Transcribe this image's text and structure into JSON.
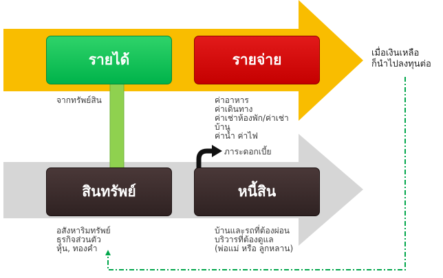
{
  "boxes": {
    "income": "รายได้",
    "expense": "รายจ่าย",
    "assets": "สินทรัพย์",
    "debt": "หนี้สิน"
  },
  "labels": {
    "income_source": "จากทรัพย์สิน",
    "expense_items": [
      "ค่าอาหาร",
      "ค่าเดินทาง",
      "ค่าเช่าห้องพัก/ค่าเช่า",
      "บ้าน",
      "ค่าน้ำ ค่าไฟ"
    ],
    "interest": "ภาระดอกเบี้ย",
    "asset_items": [
      "อสังหาริมทรัพย์",
      "ธุรกิจส่วนตัว",
      "หุ้น, ทองคำ"
    ],
    "debt_items": [
      "บ้านและรถที่ต้องผ่อน",
      "บริวารที่ต้องดูแล",
      "(พ่อแม่ หรือ ลูกหลาน)"
    ],
    "surplus_note": [
      "เมื่อเงินเหลือ",
      "ก็นำไปลงทุนต่อ"
    ]
  },
  "colors": {
    "top_band": "#f9bd00",
    "bottom_band": "#d6d6d6",
    "income": "#00b34a",
    "expense": "#c50000",
    "box_dark": "#3a2a2a",
    "up_arrow": "#8fd14f",
    "loop_line": "#00a64a"
  }
}
